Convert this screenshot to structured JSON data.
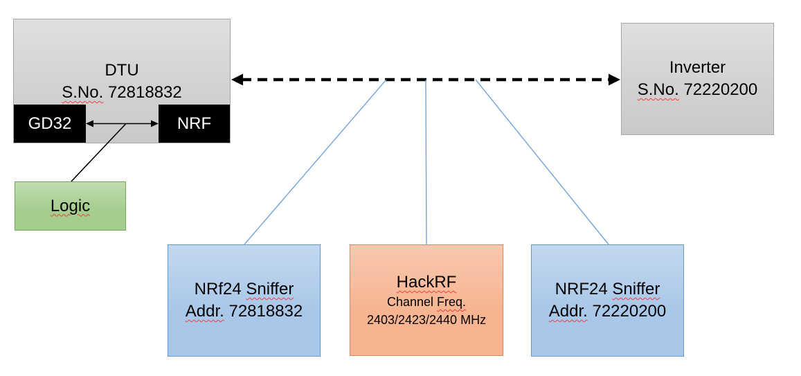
{
  "colors": {
    "gray_fill": "#d2d2d2",
    "gray_border": "#a6a6a6",
    "chip_fill": "#000000",
    "green_fill": "#a5cd8e",
    "green_border": "#71a857",
    "blue_fill": "#a9c7e8",
    "blue_border": "#5b9bd5",
    "orange_fill": "#f6b491",
    "orange_border": "#e2875a",
    "line_blue": "#6fa4d8",
    "arrow_black": "#000000",
    "squiggle_red": "#f23d3d"
  },
  "dtu": {
    "title": "DTU",
    "serial_label": "S.No.",
    "serial_number": "72818832",
    "gd32_label": "GD32",
    "nrf_label": "NRF"
  },
  "logic": {
    "label": "Logic"
  },
  "inverter": {
    "title": "Inverter",
    "serial_label": "S.No.",
    "serial_number": "72220200"
  },
  "sniffer_left": {
    "name": "NRf24",
    "type_word": "Sniffer",
    "addr_label": "Addr.",
    "addr_number": "72818832"
  },
  "hackrf": {
    "title": "HackRF",
    "channel_word": "Channel",
    "freq_word": "Freq.",
    "frequencies": "2403/2423/2440 MHz"
  },
  "sniffer_right": {
    "name": "NRF24",
    "type_word": "Sniffer",
    "addr_label": "Addr.",
    "addr_number": "72220200"
  }
}
